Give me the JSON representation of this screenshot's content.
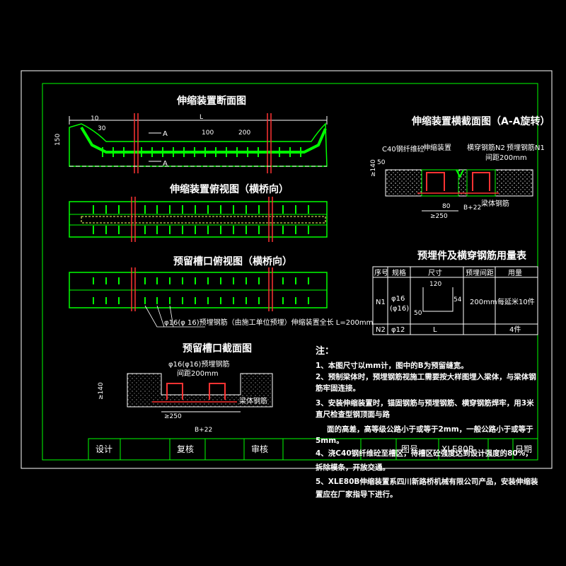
{
  "titles": {
    "section": "伸缩装置断面图",
    "top_view": "伸缩装置俯视图（横桥向）",
    "slot_top_view": "预留槽口俯视图（横桥向）",
    "slot_section": "预留槽口截面图",
    "cross_section": "伸缩装置横截面图（A-A旋转）",
    "table": "预埋件及横穿钢筋用量表"
  },
  "section_dims": {
    "d10": "10",
    "d30": "30",
    "L": "L",
    "d100": "100",
    "d200": "200",
    "d150": "150",
    "A_top": "A",
    "A_bot": "A"
  },
  "cross_labels": {
    "c40": "C40钢纤维砼",
    "device": "伸缩装置",
    "rebar_top": "横穿钢筋N2",
    "embed": "预埋钢筋N1",
    "spacing": "间距200mm",
    "beam": "梁体钢筋",
    "ge140": "≥140",
    "d50": "50",
    "d80": "80",
    "ge250": "≥250",
    "B22": "B+22"
  },
  "slot_top_note": "φ16(φ 16)预埋钢筋（由施工单位预埋）伸缩装置全长 L=200mm",
  "slot_section": {
    "rebar": "φ16(φ16)预埋钢筋",
    "spacing": "间距200mm",
    "ge140": "≥140",
    "ge250": "≥250",
    "B22": "B+22",
    "beam": "梁体钢筋"
  },
  "table": {
    "headers": [
      "序号",
      "规格",
      "尺寸",
      "预埋间距",
      "用量"
    ],
    "rows": [
      {
        "no": "N1",
        "spec1": "φ16",
        "spec2": "(φ16)",
        "spacing": "200mm",
        "qty": "每延米10件"
      },
      {
        "no": "N2",
        "spec1": "φ12",
        "spec2": "",
        "size": "L",
        "spacing": "",
        "qty": "4件"
      }
    ],
    "shape_dims": {
      "top": "120",
      "side": "50",
      "right": "54"
    }
  },
  "notes": {
    "heading": "注：",
    "lines": [
      "1、本图尺寸以mm计，图中的B为预留缝宽。",
      "2、预制梁体时，预埋钢筋视施工需要按大样图埋入梁体，与梁体钢",
      "筋牢固连接。",
      "3、安装伸缩装置时，锚固钢筋与预埋钢筋、横穿钢筋焊牢，用3米",
      "直尺检查型钢顶面与路",
      "面的高差，高等级公路小于或等于2mm，一般公路小于或等于",
      "5mm。",
      "4、浇C40钢纤维砼至槽区，待槽区砼强度达到设计强度的80%，",
      "拆除模条，开放交通。",
      "5、XLE80B伸缩装置系四川新路桥机械有限公司产品，安装伸缩装",
      "置应在厂家指导下进行。"
    ]
  },
  "title_block": {
    "design": "设计",
    "review": "复核",
    "audit": "审核",
    "figure": "图号",
    "figure_no": "XLE80B",
    "date": "日期"
  },
  "colors": {
    "frame": "#00ff00",
    "steel": "#00ff00",
    "rebar": "#ff3333",
    "concrete": "#ffffff",
    "dims": "#ffffff"
  }
}
